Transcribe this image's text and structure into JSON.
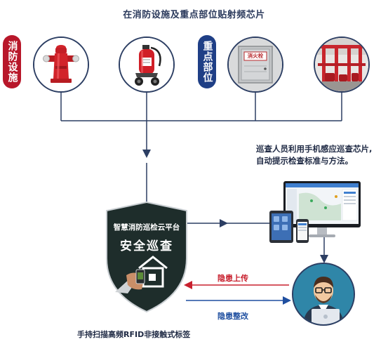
{
  "header": {
    "caption": "在消防设施及重点部位贴射频芯片"
  },
  "labels": {
    "fire_facility": "消防设施",
    "key_location": "重点部位"
  },
  "cabinet_sign": "消火栓",
  "note": {
    "line1": "巡查人员利用手机感应巡查芯片,",
    "line2": "自动提示检查标准与方法。"
  },
  "shield": {
    "platform": "智慧消防巡检云平台",
    "title": "安全巡查"
  },
  "flows": {
    "upload": "隐患上传",
    "rectify": "隐患整改"
  },
  "footer": {
    "caption": "手持扫描高频RFID非接触式标签"
  },
  "colors": {
    "navy": "#2c3e63",
    "red_label": "#b8172a",
    "blue_label": "#1f3f86",
    "upload_red": "#c8202e",
    "rectify_blue": "#1f4fa0",
    "shield": "#1e2d2b"
  }
}
